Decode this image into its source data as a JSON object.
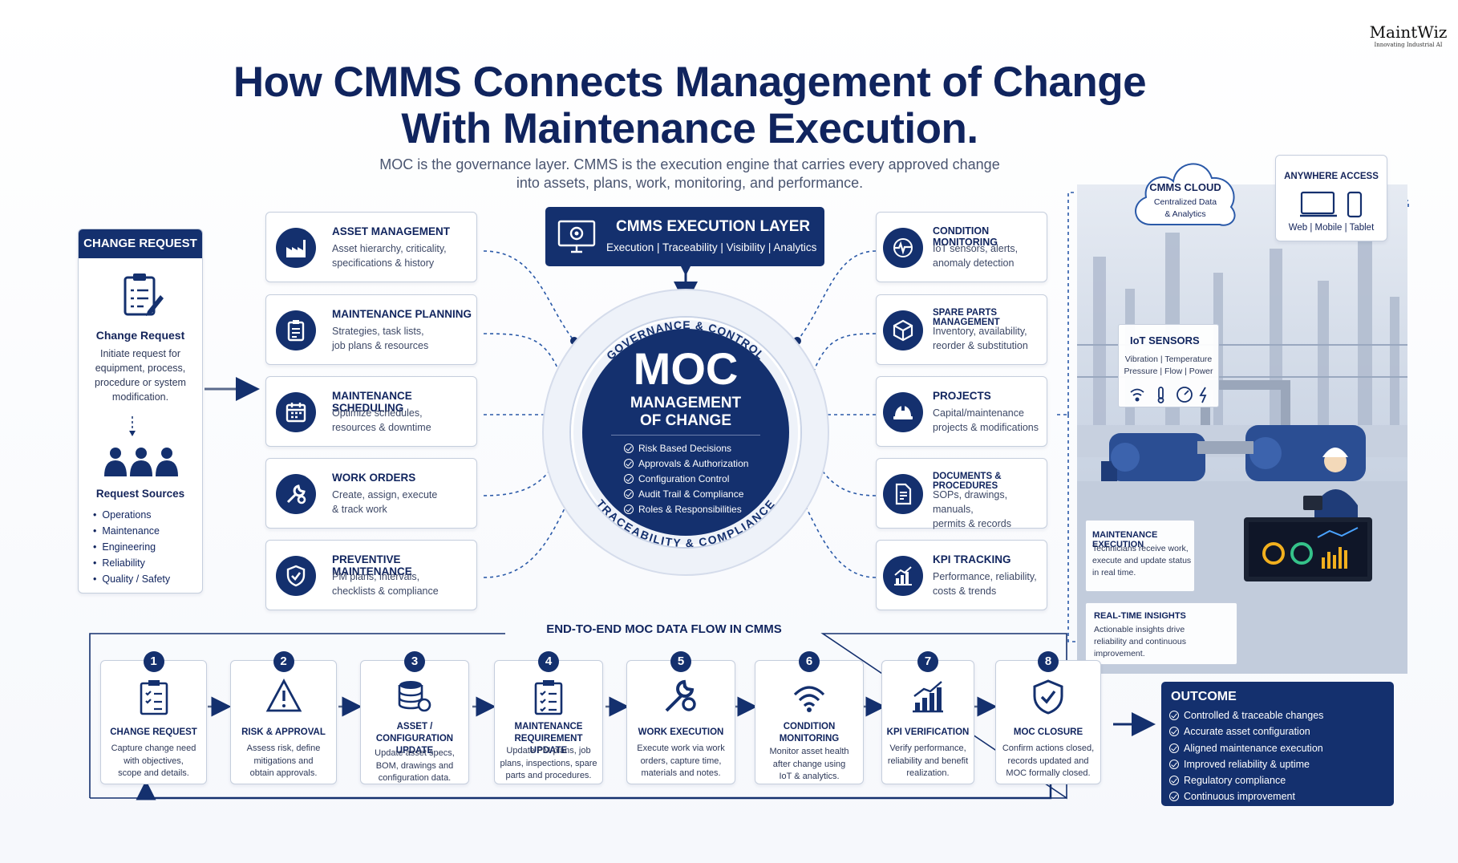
{
  "brand": {
    "name": "MaintWiz",
    "tagline": "Innovating Industrial AI"
  },
  "title_line1": "How CMMS Connects Management of Change",
  "title_line2": "With Maintenance Execution.",
  "subtitle_line1": "MOC is the governance layer. CMMS is the execution engine that carries every approved change",
  "subtitle_line2": "into assets, plans, work, monitoring, and performance.",
  "change_request": {
    "header": "CHANGE REQUEST",
    "title": "Change Request",
    "desc": "Initiate request for equipment, process, procedure or system modification.",
    "sources_title": "Request Sources",
    "sources": [
      "Operations",
      "Maintenance",
      "Engineering",
      "Reliability",
      "Quality / Safety"
    ]
  },
  "left_modules": [
    {
      "title": "ASSET MANAGEMENT",
      "l1": "Asset hierarchy, criticality,",
      "l2": "specifications & history",
      "icon": "factory-icon"
    },
    {
      "title": "MAINTENANCE PLANNING",
      "l1": "Strategies, task lists,",
      "l2": "job plans & resources",
      "icon": "clipboard-icon"
    },
    {
      "title": "MAINTENANCE SCHEDULING",
      "l1": "Optimize schedules,",
      "l2": "resources & downtime",
      "icon": "calendar-icon"
    },
    {
      "title": "WORK ORDERS",
      "l1": "Create, assign, execute",
      "l2": "& track work",
      "icon": "wrench-gear-icon"
    },
    {
      "title": "PREVENTIVE MAINTENANCE",
      "l1": "PM plans, intervals,",
      "l2": "checklists & compliance",
      "icon": "shield-check-icon"
    }
  ],
  "right_modules": [
    {
      "title": "CONDITION MONITORING",
      "l1": "IoT sensors, alerts,",
      "l2": "anomaly detection",
      "icon": "pulse-icon"
    },
    {
      "title": "SPARE PARTS MANAGEMENT",
      "l1": "Inventory, availability,",
      "l2": "reorder & substitution",
      "icon": "boxes-icon"
    },
    {
      "title": "PROJECTS",
      "l1": "Capital/maintenance",
      "l2": "projects & modifications",
      "icon": "hardhat-icon"
    },
    {
      "title": "DOCUMENTS & PROCEDURES",
      "l1": "SOPs, drawings, manuals,",
      "l2": "permits & records",
      "icon": "document-icon"
    },
    {
      "title": "KPI TRACKING",
      "l1": "Performance, reliability,",
      "l2": "costs & trends",
      "icon": "bar-chart-icon"
    }
  ],
  "exec_layer": {
    "title": "CMMS EXECUTION LAYER",
    "desc": "Execution | Traceability | Visibility | Analytics"
  },
  "moc": {
    "arc_top": "GOVERNANCE & CONTROL",
    "arc_bottom": "TRACEABILITY & COMPLIANCE",
    "big": "MOC",
    "l1": "MANAGEMENT",
    "l2": "OF CHANGE",
    "items": [
      "Risk Based Decisions",
      "Approvals & Authorization",
      "Configuration Control",
      "Audit Trail & Compliance",
      "Roles & Responsibilities"
    ]
  },
  "cloud": {
    "title": "CMMS CLOUD",
    "l1": "Centralized Data",
    "l2": "& Analytics"
  },
  "access": {
    "title": "ANYWHERE ACCESS",
    "desc": "Web | Mobile | Tablet"
  },
  "iot": {
    "title": "IoT SENSORS",
    "l1": "Vibration | Temperature",
    "l2": "Pressure | Flow | Power"
  },
  "maint_exec": {
    "title": "MAINTENANCE EXECUTION",
    "l1": "Technicians receive work,",
    "l2": "execute and update status",
    "l3": "in real time."
  },
  "insights": {
    "title": "REAL-TIME INSIGHTS",
    "l1": "Actionable insights drive",
    "l2": "reliability and continuous",
    "l3": "improvement."
  },
  "flow_title": "END-TO-END MOC DATA FLOW IN CMMS",
  "flow": [
    {
      "n": "1",
      "t1": "CHANGE REQUEST",
      "t2": "",
      "d": [
        "Capture change need",
        "with objectives,",
        "scope and details."
      ],
      "icon": "clipboard-list-icon"
    },
    {
      "n": "2",
      "t1": "RISK & APPROVAL",
      "t2": "",
      "d": [
        "Assess risk, define",
        "mitigations and",
        "obtain approvals."
      ],
      "icon": "warning-icon"
    },
    {
      "n": "3",
      "t1": "ASSET / CONFIGURATION",
      "t2": "UPDATE",
      "d": [
        "Update asset specs,",
        "BOM, drawings and",
        "configuration data."
      ],
      "icon": "database-icon"
    },
    {
      "n": "4",
      "t1": "MAINTENANCE",
      "t2": "REQUIREMENT UPDATE",
      "d": [
        "Update PM plans, job",
        "plans, inspections, spare",
        "parts and procedures."
      ],
      "icon": "checklist-icon"
    },
    {
      "n": "5",
      "t1": "WORK EXECUTION",
      "t2": "",
      "d": [
        "Execute work via work",
        "orders, capture time,",
        "materials and notes."
      ],
      "icon": "tools-icon"
    },
    {
      "n": "6",
      "t1": "CONDITION",
      "t2": "MONITORING",
      "d": [
        "Monitor asset health",
        "after change using",
        "IoT & analytics."
      ],
      "icon": "signal-icon"
    },
    {
      "n": "7",
      "t1": "KPI VERIFICATION",
      "t2": "",
      "d": [
        "Verify performance,",
        "reliability and benefit",
        "realization."
      ],
      "icon": "growth-chart-icon"
    },
    {
      "n": "8",
      "t1": "MOC CLOSURE",
      "t2": "",
      "d": [
        "Confirm actions closed,",
        "records updated and",
        "MOC formally closed."
      ],
      "icon": "shield-icon"
    }
  ],
  "outcome": {
    "title": "OUTCOME",
    "items": [
      "Controlled & traceable changes",
      "Accurate asset configuration",
      "Aligned maintenance execution",
      "Improved reliability & uptime",
      "Regulatory compliance",
      "Continuous improvement"
    ]
  },
  "colors": {
    "navy": "#14306e",
    "accent": "#2a59a8",
    "border": "#c5cedd"
  }
}
